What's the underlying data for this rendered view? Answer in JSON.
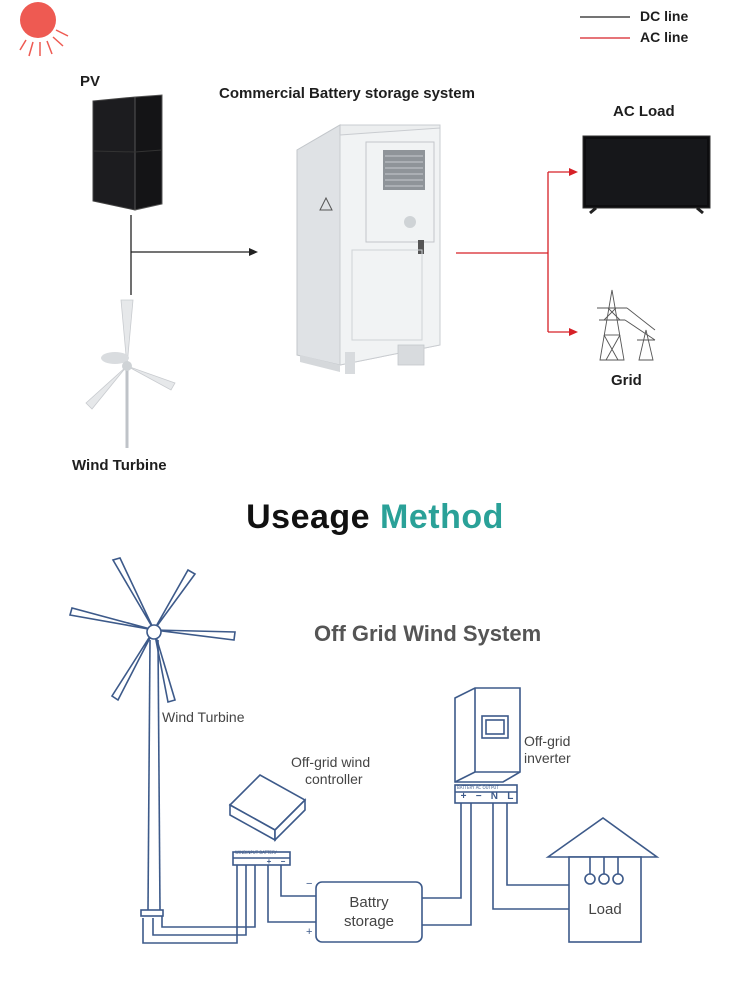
{
  "legend": {
    "dc_label": "DC line",
    "ac_label": "AC line",
    "dc_color": "#222222",
    "ac_color": "#d62027"
  },
  "top": {
    "pv_label": "PV",
    "center_title": "Commercial Battery storage system",
    "ac_load_label": "AC Load",
    "grid_label": "Grid",
    "wind_label": "Wind Turbine"
  },
  "headline": {
    "part1": "Useage",
    "part2": "Method",
    "part1_color": "#111111",
    "part2_color": "#2aa198"
  },
  "bottom": {
    "title": "Off Grid Wind System",
    "wind_turbine": "Wind Turbine",
    "controller_line1": "Off-grid wind",
    "controller_line2": "controller",
    "inverter_line1": "Off-grid",
    "inverter_line2": "inverter",
    "battery_line1": "Battry",
    "battery_line2": "storage",
    "load": "Load",
    "minus_sign": "−",
    "plus_sign": "+",
    "controller_port_labels": "WINDINPUT  BATTERY",
    "inverter_port_labels": "BATTERY  AC OUTPUT",
    "inverter_terminals": [
      "+",
      "−",
      "N",
      "L"
    ],
    "controller_terminals": [
      "",
      "",
      "",
      "+",
      "−"
    ]
  },
  "colors": {
    "sketch_stroke": "#3d5a8a",
    "sun": "#ee5a52"
  }
}
